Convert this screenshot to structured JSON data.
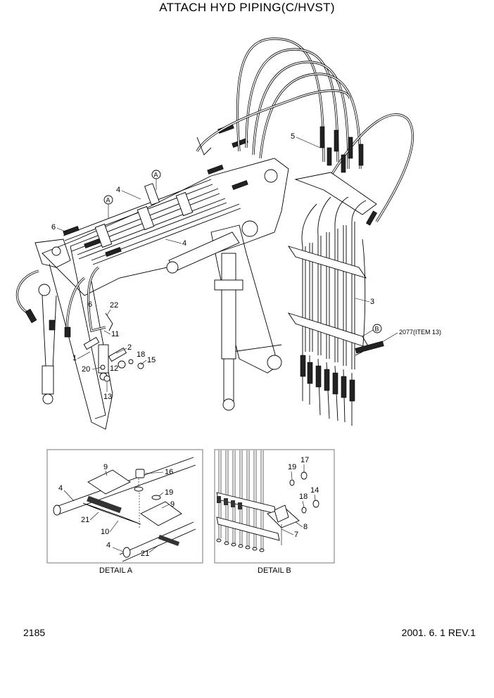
{
  "title": "ATTACH HYD PIPING(C/HVST)",
  "page_number": "2185",
  "revision": "2001. 6. 1 REV.1",
  "details": {
    "a_label": "DETAIL A",
    "b_label": "DETAIL B"
  },
  "callouts": {
    "p1": "1",
    "p2": "2",
    "p3": "3",
    "p4a": "4",
    "p4b": "4",
    "p5": "5",
    "p6a": "6",
    "p6b": "6",
    "p11": "11",
    "p12": "12",
    "p13": "13",
    "p15": "15",
    "p18": "18",
    "p20": "20",
    "p22": "22",
    "ref_a1": "A",
    "ref_a2": "A",
    "ref_b": "B",
    "item13": "2077(ITEM 13)"
  },
  "detail_a_callouts": {
    "c9a": "9",
    "c16": "16",
    "c4a": "4",
    "c19": "19",
    "c9b": "9",
    "c21a": "21",
    "c10": "10",
    "c4b": "4",
    "c21b": "21"
  },
  "detail_b_callouts": {
    "c19": "19",
    "c17": "17",
    "c14": "14",
    "c18": "18",
    "c8": "8",
    "c7": "7"
  }
}
